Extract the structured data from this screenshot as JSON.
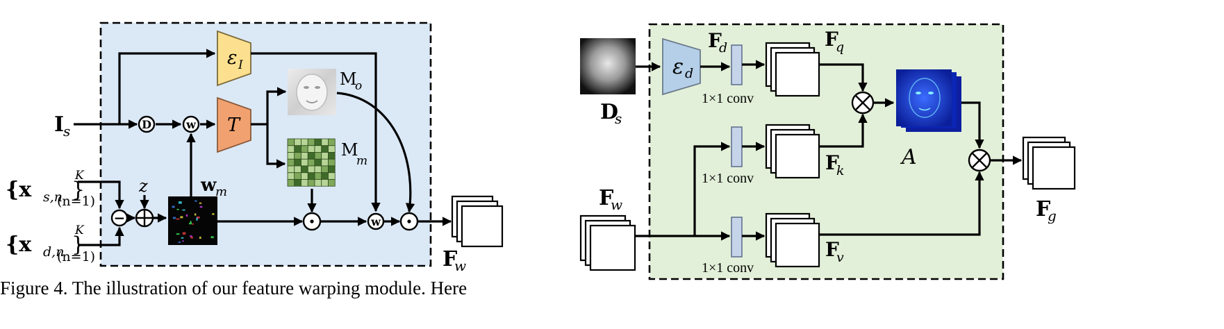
{
  "left_module": {
    "encoder_label": "ε",
    "encoder_sub": "I",
    "transform_label": "T",
    "op_d": "D",
    "op_w": "w",
    "input_I": "I",
    "input_I_sub": "s",
    "mask_o": "M",
    "mask_o_sub": "o",
    "mask_m": "M",
    "mask_m_sub": "m",
    "weight_label": "w",
    "weight_sub": "m",
    "noise": "z",
    "xs_label": "{x",
    "xs_sub": "s,n",
    "xd_label": "{x",
    "xd_sub": "d,n",
    "sup_K": "K",
    "range": "(n=1)",
    "output": "F",
    "output_sub": "w",
    "minus": "−",
    "plus": "+",
    "dot": "·"
  },
  "right_module": {
    "depth_label": "D",
    "depth_sub": "s",
    "encoder_label": "ε",
    "encoder_sub": "d",
    "Fd": "F",
    "Fd_sub": "d",
    "Fq": "F",
    "Fq_sub": "q",
    "Fk": "F",
    "Fk_sub": "k",
    "Fv": "F",
    "Fv_sub": "v",
    "Fw": "F",
    "Fw_sub": "w",
    "Fg": "F",
    "Fg_sub": "g",
    "conv1": "1×1 conv",
    "conv2": "1×1 conv",
    "conv3": "1×1 conv",
    "attention": "A",
    "mult": "×"
  },
  "caption": "Figure 4.  The illustration of our feature warping module.  Here",
  "colors": {
    "left_panel_fill": "#dbe8f6",
    "right_panel_fill": "#e3f0d9",
    "encoder_yellow": "#fce08f",
    "transform_orange": "#f1a170",
    "encoder_blue": "#b5cfe8",
    "conv_fill": "#c6d4ea",
    "mask_green": "#9fc27a"
  }
}
